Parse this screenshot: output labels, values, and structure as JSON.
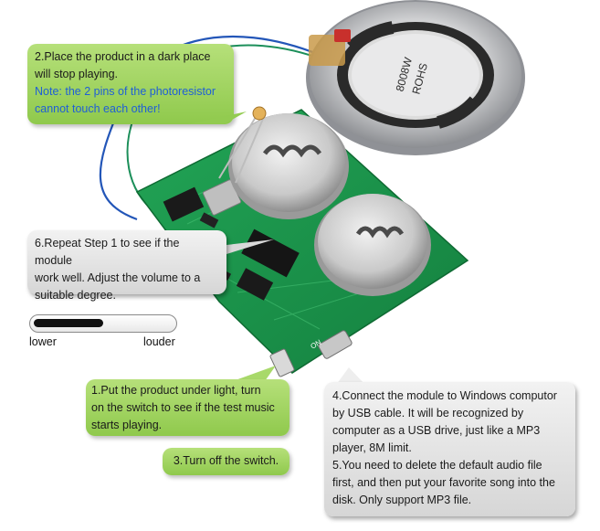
{
  "callouts": {
    "step2_line1": "2.Place the product in a dark place",
    "step2_line2": "will stop playing.",
    "step2_note_line1": "Note: the 2 pins of the photoresistor",
    "step2_note_line2": "cannot touch each other!",
    "step6_line1": "6.Repeat Step 1 to see if the module",
    "step6_line2": "work well. Adjust the volume to a",
    "step6_line3": "suitable degree.",
    "step1_line1": "1.Put the product under light, turn",
    "step1_line2": "on the switch to see if the test music",
    "step1_line3": "starts playing.",
    "step3": "3.Turn off the switch.",
    "step4_line1": "4.Connect the module to Windows computor",
    "step4_line2": "by USB cable. It will be recognized by",
    "step4_line3": "computer as a USB drive, just like a MP3",
    "step4_line4": "player, 8M limit.",
    "step5_line1": "5.You need to delete the default audio file",
    "step5_line2": "first, and then put your favorite song into the",
    "step5_line3": "disk. Only support MP3 file."
  },
  "volume": {
    "low_label": "lower",
    "high_label": "louder",
    "level": 0.5
  },
  "speaker": {
    "label_line1": "8008W",
    "label_line2": "ROHS"
  },
  "board": {
    "switch_label": "ON",
    "usb_label": "ON"
  },
  "colors": {
    "callout_green": "#a3d463",
    "callout_gray": "#e2e2e2",
    "note_blue": "#1f5fd6",
    "pcb_green": "#1d9a4e"
  }
}
